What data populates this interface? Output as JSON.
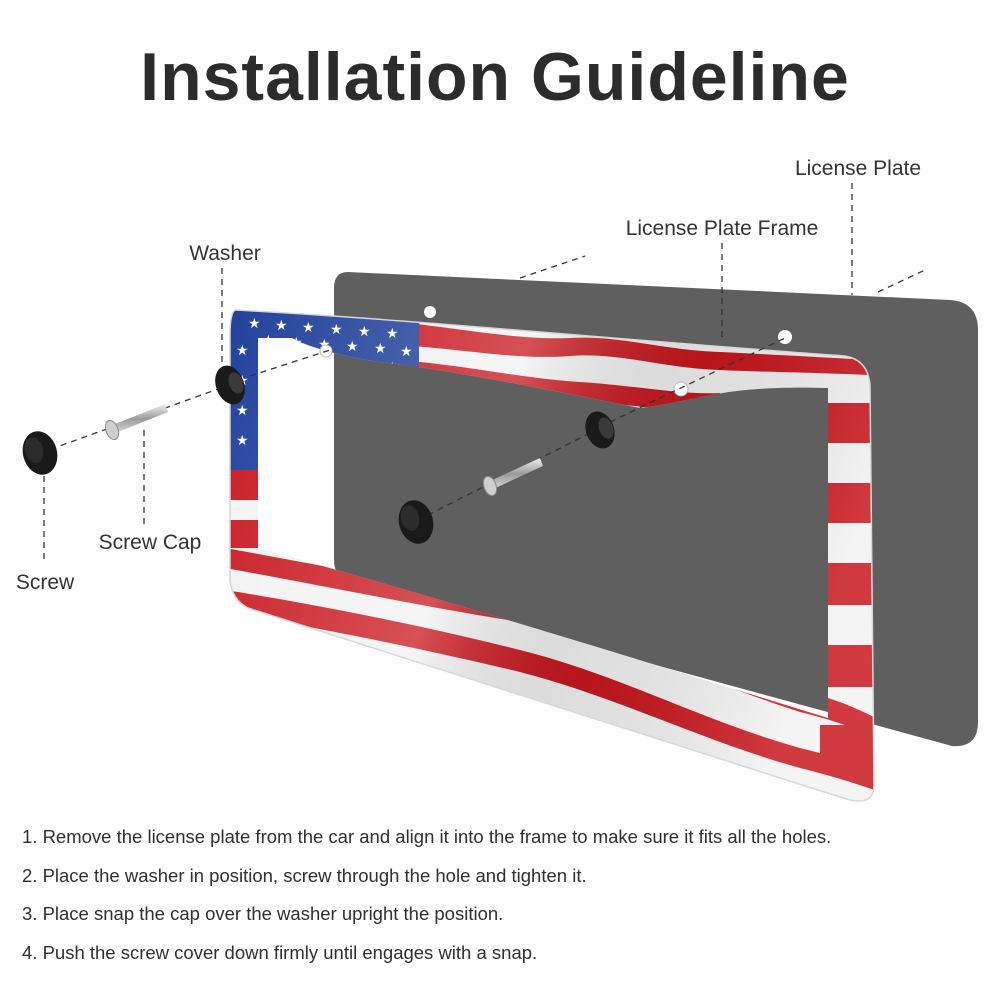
{
  "title": "Installation Guideline",
  "labels": {
    "license_plate": "License Plate",
    "license_plate_frame": "License Plate Frame",
    "washer": "Washer",
    "screw_cap": "Screw Cap",
    "screw": "Screw"
  },
  "steps": [
    "1. Remove the license plate from the car and align it into the frame to make sure it fits all the holes.",
    "2. Place the washer in position, screw through the hole and tighten it.",
    "3. Place snap the cap over the washer upright the position.",
    "4. Push the screw cover down firmly until engages with a snap."
  ],
  "colors": {
    "plate": "#5f5f5f",
    "flag_red": "#c8161d",
    "flag_white": "#f2f2f2",
    "flag_blue": "#1f3f9a",
    "hardware": "#1a1a1a",
    "text": "#2f2f2f"
  }
}
